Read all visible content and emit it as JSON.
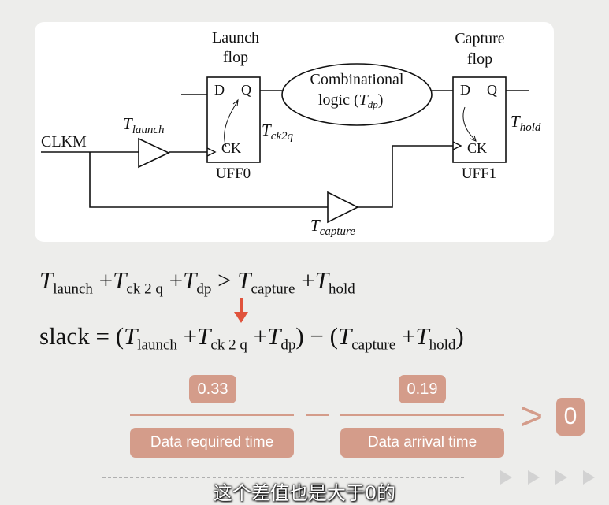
{
  "diagram": {
    "launch_label": [
      "Launch",
      "flop"
    ],
    "capture_label": [
      "Capture",
      "flop"
    ],
    "comb_logic": [
      "Combinational",
      "logic ("
    ],
    "comb_T": "T",
    "comb_sub": "dp",
    "clkm": "CLKM",
    "t_launch": "T",
    "t_launch_sub": "launch",
    "t_ck2q": "T",
    "t_ck2q_sub": "ck2q",
    "t_hold": "T",
    "t_hold_sub": "hold",
    "t_capture": "T",
    "t_capture_sub": "capture",
    "uff0": "UFF0",
    "uff1": "UFF1",
    "pin_d": "D",
    "pin_q": "Q",
    "pin_ck": "CK"
  },
  "equation1": {
    "T": "T",
    "launch": "launch",
    "ck2q": "ck 2 q",
    "dp": "dp",
    "capture": "capture",
    "hold": "hold",
    "plus": "+",
    "gt": ">"
  },
  "equation2": {
    "slack": "slack",
    "eq": "=",
    "lp": "(",
    "rp": ")",
    "minus": "−"
  },
  "values": {
    "left": "0.33",
    "right": "0.19"
  },
  "labels": {
    "left": "Data required time",
    "right": "Data arrival time"
  },
  "comparison": {
    "gt": ">",
    "zero": "0"
  },
  "subtitle": "这个差值也是大于0的",
  "colors": {
    "accent": "#d49c8a",
    "arrow": "#e0533c"
  }
}
